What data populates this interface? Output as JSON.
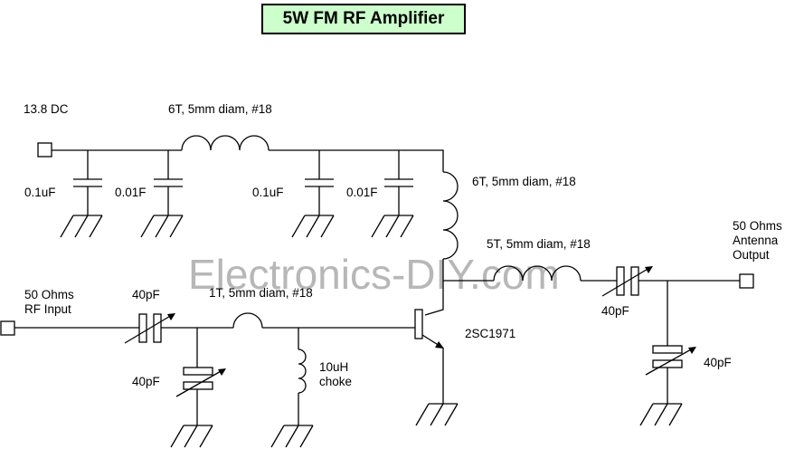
{
  "title": "5W FM RF Amplifier",
  "watermark": "Electronics-DIY.com",
  "colors": {
    "title_background": "#ccffcc",
    "watermark": "#9a9a9a",
    "lines": "#000000"
  },
  "terminals": {
    "dc_supply": "13.8 DC",
    "rf_input": [
      "50 Ohms",
      "RF Input"
    ],
    "antenna_output": [
      "50 Ohms",
      "Antenna",
      "Output"
    ]
  },
  "components": {
    "c1": "0.1uF",
    "c2": "0.01F",
    "c3": "0.1uF",
    "c4": "0.01F",
    "l1": "6T, 5mm diam, #18",
    "l2": "6T, 5mm diam, #18",
    "l3": "5T, 5mm diam, #18",
    "l4": "1T, 5mm diam, #18",
    "choke": [
      "10uH",
      "choke"
    ],
    "vc_input_series": "40pF",
    "vc_input_shunt": "40pF",
    "vc_output_series": "40pF",
    "vc_output_shunt": "40pF",
    "transistor": "2SC1971"
  }
}
